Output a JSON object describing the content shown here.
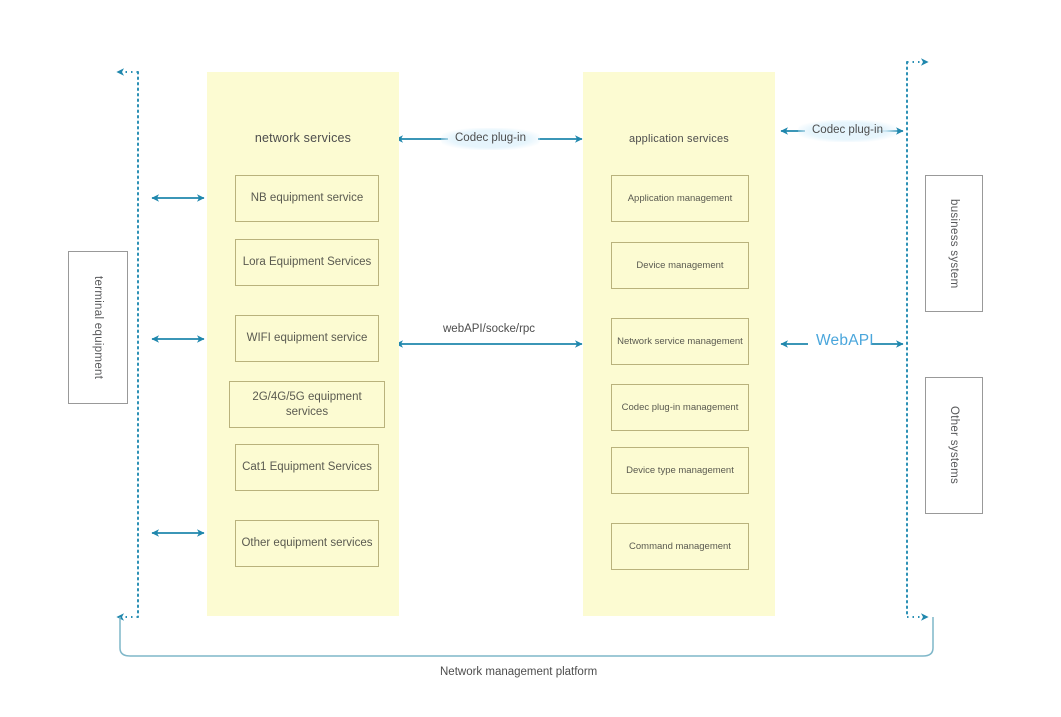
{
  "diagram": {
    "title": "Network management platform architecture",
    "colors": {
      "panel_fill": "#fcfbd2",
      "panel_box_border": "#b9b27c",
      "outer_box_border": "#999999",
      "arrow": "#1f87ad",
      "accent_text": "#4aa6dc",
      "bracket": "#7fb7c9",
      "label_text": "#4d4d4d",
      "background": "#ffffff"
    }
  },
  "left_external": {
    "terminal_box": {
      "label": "terminal equipment"
    }
  },
  "network_services": {
    "title": "network services",
    "boxes": [
      {
        "label": "NB equipment service"
      },
      {
        "label": "Lora Equipment Services"
      },
      {
        "label": "WIFI equipment service"
      },
      {
        "label": "2G/4G/5G equipment services"
      },
      {
        "label": "Cat1 Equipment Services"
      },
      {
        "label": "Other equipment services"
      }
    ]
  },
  "application_services": {
    "title": "application services",
    "boxes": [
      {
        "label": "Application management"
      },
      {
        "label": "Device management"
      },
      {
        "label": "Network service management"
      },
      {
        "label": "Codec plug-in management"
      },
      {
        "label": "Device type management"
      },
      {
        "label": "Command management"
      }
    ]
  },
  "right_external": {
    "business_box": {
      "label": "business system"
    },
    "other_box": {
      "label": "Other systems"
    }
  },
  "links": {
    "center_top": {
      "label": "Codec plug-in"
    },
    "center_middle": {
      "label": "webAPI/socke/rpc"
    },
    "right_top": {
      "label": "Codec plug-in"
    },
    "right_middle": {
      "label": "WebAPI"
    }
  },
  "bottom": {
    "caption": "Network management platform"
  }
}
